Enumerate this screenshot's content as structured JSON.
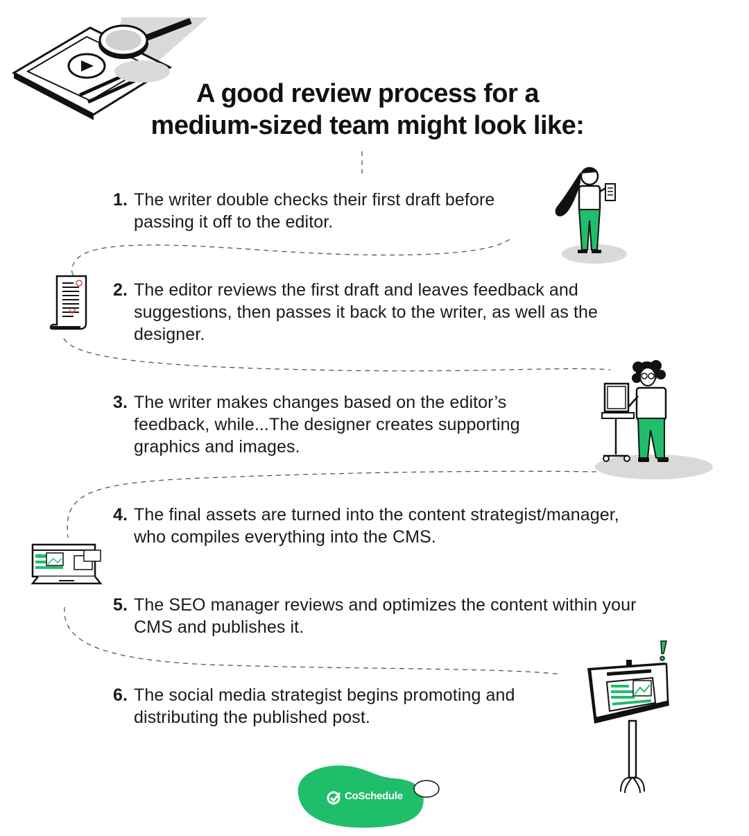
{
  "title": {
    "line1": "A good review process for a",
    "line2": "medium-sized team might look like:"
  },
  "steps": [
    {
      "number": "1.",
      "text": "The writer double checks their first draft before passing it off to the editor."
    },
    {
      "number": "2.",
      "text": "The editor reviews the first draft and leaves feedback and suggestions, then passes it back to the writer, as well as the designer."
    },
    {
      "number": "3.",
      "text": "The writer makes changes based on the editor’s feedback, while...The designer creates supporting graphics and images."
    },
    {
      "number": "4.",
      "text": "The final assets are turned into the content strategist/manager, who compiles everything into the CMS."
    },
    {
      "number": "5.",
      "text": "The SEO manager reviews and optimizes the content within your CMS and publishes it."
    },
    {
      "number": "6.",
      "text": "The social media strategist begins promoting and distributing the published post."
    }
  ],
  "logo": {
    "text": "CoSchedule"
  },
  "colors": {
    "accent": "#1fbe6b",
    "text": "#111111",
    "shadow": "#d9d9d9"
  },
  "icons": [
    "video-document-icon",
    "magnifier-icon",
    "writer-person-icon",
    "document-scroll-icon",
    "designer-person-icon",
    "cms-computer-icon",
    "signpost-icon",
    "exclamation-icon",
    "check-circle-icon"
  ]
}
